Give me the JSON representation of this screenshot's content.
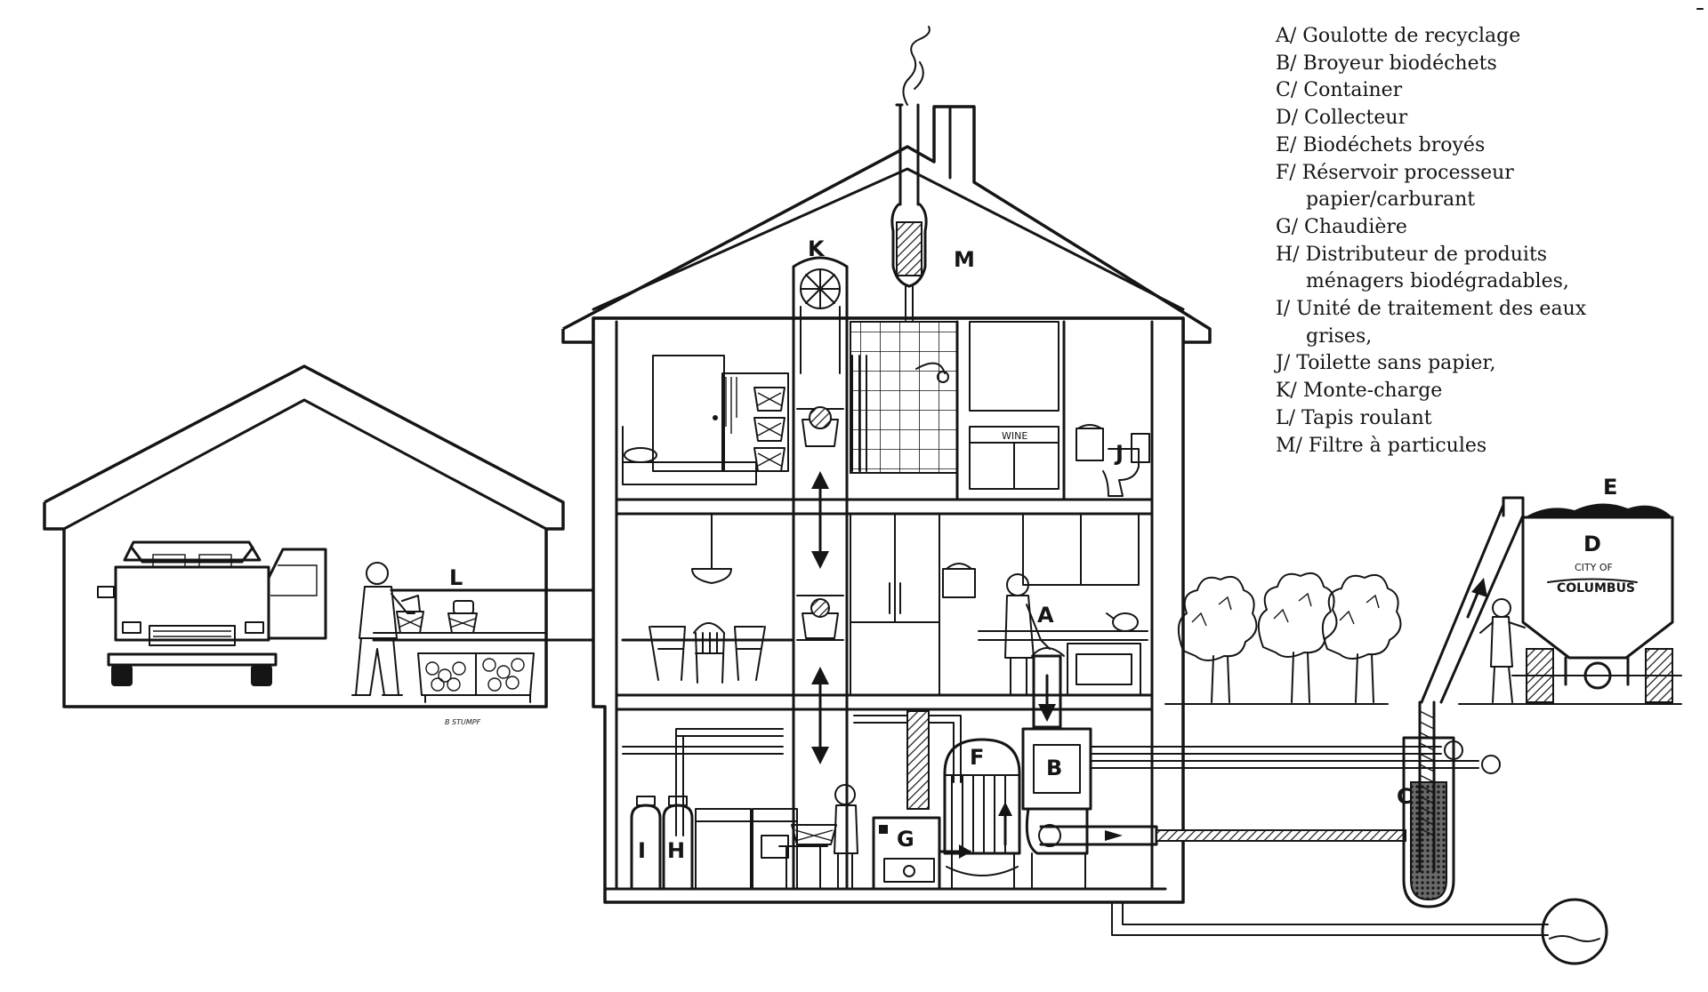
{
  "legend": [
    "A/ Goulotte de recyclage",
    "B/ Broyeur biodéchets",
    "C/ Container",
    "D/ Collecteur",
    "E/ Biodéchets broyés",
    "F/ Réservoir processeur",
    "papier/carburant",
    "G/ Chaudière",
    "H/ Distributeur de produits",
    "ménagers biodégradables,",
    "I/ Unité de traitement des eaux",
    "grises,",
    "J/ Toilette sans papier,",
    "K/ Monte-charge",
    "L/ Tapis roulant",
    "M/ Filtre à particules"
  ],
  "markers": {
    "A": "A",
    "B": "B",
    "C": "C",
    "D": "D",
    "E": "E",
    "F": "F",
    "G": "G",
    "H": "H",
    "I": "I",
    "J": "J",
    "K": "K",
    "L": "L",
    "M": "M"
  },
  "truck_sign": {
    "line1": "CITY OF",
    "line2": "COLUMBUS"
  },
  "cabinet_sign": "WINE",
  "signature": "B STUMPF",
  "colors": {
    "ink": "#151515",
    "paper": "#ffffff"
  }
}
